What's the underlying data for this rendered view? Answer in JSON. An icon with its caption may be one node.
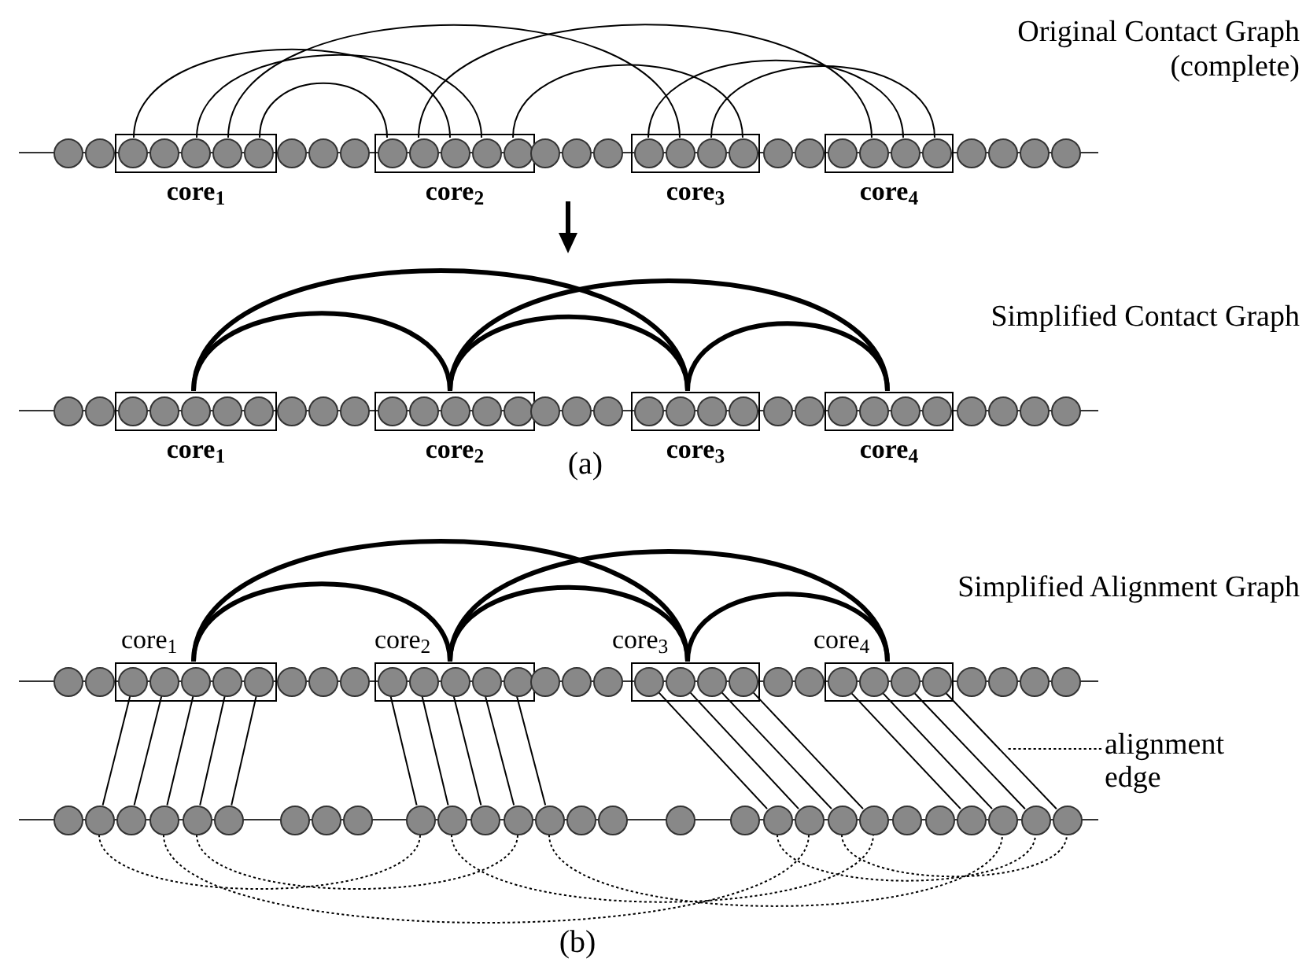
{
  "diagram": {
    "nodes": [
      {
        "text": [],
        "shape": "circle"
      },
      {
        "text": [],
        "shape": "circle"
      },
      {
        "text": [
          "core$_{1}$"
        ]
      },
      {
        "text": [],
        "shape": "circle",
        "in": 2
      },
      {
        "text": [],
        "shape": "circle",
        "in": 2
      },
      {
        "text": [],
        "shape": "circle",
        "in": 2
      },
      {
        "text": [],
        "shape": "circle",
        "in": 2
      },
      {
        "text": [],
        "shape": "circle",
        "in": 2
      },
      {
        "text": [],
        "shape": "circle"
      },
      {
        "text": [],
        "shape": "circle"
      },
      {
        "text": [],
        "shape": "circle"
      },
      {
        "text": [
          "core$_{2}$"
        ]
      },
      {
        "text": [],
        "shape": "circle",
        "in": 11
      },
      {
        "text": [],
        "shape": "circle",
        "in": 11
      },
      {
        "text": [],
        "shape": "circle",
        "in": 11
      },
      {
        "text": [],
        "shape": "circle",
        "in": 11
      },
      {
        "text": [],
        "shape": "circle",
        "in": 11
      },
      {
        "text": [],
        "shape": "circle"
      },
      {
        "text": [],
        "shape": "circle"
      },
      {
        "text": [],
        "shape": "circle"
      },
      {
        "text": [
          "core$_{3}$"
        ]
      },
      {
        "text": [],
        "shape": "circle",
        "in": 20
      },
      {
        "text": [],
        "shape": "circle",
        "in": 20
      },
      {
        "text": [],
        "shape": "circle",
        "in": 20
      },
      {
        "text": [],
        "shape": "circle",
        "in": 20
      },
      {
        "text": [],
        "shape": "circle"
      },
      {
        "text": [],
        "shape": "circle"
      },
      {
        "text": [
          "core$_{4}$"
        ]
      },
      {
        "text": [],
        "shape": "circle",
        "in": 27
      },
      {
        "text": [],
        "shape": "circle",
        "in": 27
      },
      {
        "text": [],
        "shape": "circle",
        "in": 27
      },
      {
        "text": [],
        "shape": "circle",
        "in": 27
      },
      {
        "text": [],
        "shape": "circle"
      },
      {
        "text": [],
        "shape": "circle"
      },
      {
        "text": [],
        "shape": "circle"
      },
      {
        "text": [],
        "shape": "circle"
      },
      {
        "text": [],
        "shape": "circle"
      },
      {
        "text": [],
        "shape": "circle"
      },
      {
        "text": [
          "core$_{1}$"
        ]
      },
      {
        "text": [],
        "shape": "circle",
        "in": 38
      },
      {
        "text": [],
        "shape": "circle",
        "in": 38
      },
      {
        "text": [],
        "shape": "circle",
        "in": 38
      },
      {
        "text": [],
        "shape": "circle",
        "in": 38
      },
      {
        "text": [],
        "shape": "circle",
        "in": 38
      },
      {
        "text": [],
        "shape": "circle"
      },
      {
        "text": [],
        "shape": "circle"
      },
      {
        "text": [],
        "shape": "circle"
      },
      {
        "text": [
          "core$_{2}$"
        ]
      },
      {
        "text": [],
        "shape": "circle",
        "in": 47
      },
      {
        "text": [],
        "shape": "circle",
        "in": 47
      },
      {
        "text": [],
        "shape": "circle",
        "in": 47
      },
      {
        "text": [],
        "shape": "circle",
        "in": 47
      },
      {
        "text": [],
        "shape": "circle",
        "in": 47
      },
      {
        "text": [],
        "shape": "circle"
      },
      {
        "text": [],
        "shape": "circle"
      },
      {
        "text": [],
        "shape": "circle"
      },
      {
        "text": [
          "core$_{3}$"
        ]
      },
      {
        "text": [],
        "shape": "circle",
        "in": 56
      },
      {
        "text": [],
        "shape": "circle",
        "in": 56
      },
      {
        "text": [],
        "shape": "circle",
        "in": 56
      },
      {
        "text": [],
        "shape": "circle",
        "in": 56
      },
      {
        "text": [],
        "shape": "circle"
      },
      {
        "text": [],
        "shape": "circle"
      },
      {
        "text": [
          "core$_{4}$"
        ]
      },
      {
        "text": [],
        "shape": "circle",
        "in": 63
      },
      {
        "text": [],
        "shape": "circle",
        "in": 63
      },
      {
        "text": [],
        "shape": "circle",
        "in": 63
      },
      {
        "text": [],
        "shape": "circle",
        "in": 63
      },
      {
        "text": [],
        "shape": "circle"
      },
      {
        "text": [],
        "shape": "circle"
      },
      {
        "text": [],
        "shape": "circle"
      },
      {
        "text": [],
        "shape": "circle"
      },
      {
        "text": [],
        "shape": "circle"
      },
      {
        "text": [],
        "shape": "circle"
      },
      {
        "text": [
          "core$_{1}$"
        ]
      },
      {
        "text": [],
        "shape": "circle",
        "in": 74
      },
      {
        "text": [],
        "shape": "circle",
        "in": 74
      },
      {
        "text": [],
        "shape": "circle",
        "in": 74
      },
      {
        "text": [],
        "shape": "circle",
        "in": 74
      },
      {
        "text": [],
        "shape": "circle",
        "in": 74
      },
      {
        "text": [],
        "shape": "circle"
      },
      {
        "text": [],
        "shape": "circle"
      },
      {
        "text": [],
        "shape": "circle"
      },
      {
        "text": [
          "core$_{2}$"
        ]
      },
      {
        "text": [],
        "shape": "circle",
        "in": 83
      },
      {
        "text": [],
        "shape": "circle",
        "in": 83
      },
      {
        "text": [],
        "shape": "circle",
        "in": 83
      },
      {
        "text": [],
        "shape": "circle",
        "in": 83
      },
      {
        "text": [],
        "shape": "circle",
        "in": 83
      },
      {
        "text": [],
        "shape": "circle"
      },
      {
        "text": [],
        "shape": "circle"
      },
      {
        "text": [],
        "shape": "circle"
      },
      {
        "text": [
          "core$_{3}$"
        ]
      },
      {
        "text": [],
        "shape": "circle",
        "in": 92
      },
      {
        "text": [],
        "shape": "circle",
        "in": 92
      },
      {
        "text": [],
        "shape": "circle",
        "in": 92
      },
      {
        "text": [],
        "shape": "circle",
        "in": 92
      },
      {
        "text": [],
        "shape": "circle"
      },
      {
        "text": [],
        "shape": "circle"
      },
      {
        "text": [
          "core$_{4}$"
        ]
      },
      {
        "text": [],
        "shape": "circle",
        "in": 99
      },
      {
        "text": [],
        "shape": "circle",
        "in": 99
      },
      {
        "text": [],
        "shape": "circle",
        "in": 99
      },
      {
        "text": [],
        "shape": "circle",
        "in": 99
      },
      {
        "text": [],
        "shape": "circle"
      },
      {
        "text": [],
        "shape": "circle"
      },
      {
        "text": [],
        "shape": "circle"
      },
      {
        "text": [],
        "shape": "circle"
      },
      {
        "text": [],
        "shape": "circle"
      },
      {
        "text": [],
        "shape": "circle"
      },
      {
        "text": [],
        "shape": "circle"
      },
      {
        "text": [],
        "shape": "circle"
      },
      {
        "text": [],
        "shape": "circle"
      },
      {
        "text": [],
        "shape": "circle"
      },
      {
        "text": [],
        "shape": "circle"
      },
      {
        "text": [],
        "shape": "circle"
      },
      {
        "text": [],
        "shape": "circle"
      },
      {
        "text": [],
        "shape": "circle"
      },
      {
        "text": [],
        "shape": "circle"
      },
      {
        "text": [],
        "shape": "circle"
      },
      {
        "text": [],
        "shape": "circle"
      },
      {
        "text": [],
        "shape": "circle"
      },
      {
        "text": [],
        "shape": "circle"
      },
      {
        "text": [],
        "shape": "circle"
      },
      {
        "text": [],
        "shape": "circle"
      },
      {
        "text": [],
        "shape": "circle"
      },
      {
        "text": [],
        "shape": "circle"
      },
      {
        "text": [],
        "shape": "circle"
      },
      {
        "text": [],
        "shape": "circle"
      },
      {
        "text": [],
        "shape": "circle"
      },
      {
        "text": [],
        "shape": "circle"
      },
      {
        "text": [],
        "shape": "circle"
      },
      {
        "text": [],
        "shape": "circle"
      },
      {
        "text": [],
        "shape": "circle"
      },
      {
        "text": [],
        "shape": "circle"
      },
      {
        "text": [],
        "shape": "circle"
      },
      {
        "text": [
          "alignment edge"
        ]
      }
    ],
    "edges": [
      {
        "from": 3,
        "to": 14,
        "arrow": "none"
      },
      {
        "from": 5,
        "to": 15,
        "arrow": "none"
      },
      {
        "from": 6,
        "to": 22,
        "arrow": "none"
      },
      {
        "from": 7,
        "to": 12,
        "arrow": "none"
      },
      {
        "from": 13,
        "to": 29,
        "arrow": "none"
      },
      {
        "from": 16,
        "to": 24,
        "arrow": "none"
      },
      {
        "from": 21,
        "to": 30,
        "arrow": "none"
      },
      {
        "from": 23,
        "to": 31,
        "arrow": "none"
      },
      {
        "from": 38,
        "to": 47,
        "arrow": "none",
        "style": "thick"
      },
      {
        "from": 38,
        "to": 56,
        "arrow": "none",
        "style": "thick"
      },
      {
        "from": 47,
        "to": 56,
        "arrow": "none",
        "style": "thick"
      },
      {
        "from": 47,
        "to": 63,
        "arrow": "none",
        "style": "thick"
      },
      {
        "from": 56,
        "to": 63,
        "arrow": "none",
        "style": "thick"
      },
      {
        "from": 74,
        "to": 83,
        "arrow": "none",
        "style": "thick"
      },
      {
        "from": 74,
        "to": 92,
        "arrow": "none",
        "style": "thick"
      },
      {
        "from": 83,
        "to": 92,
        "arrow": "none",
        "style": "thick"
      },
      {
        "from": 83,
        "to": 99,
        "arrow": "none",
        "style": "thick"
      },
      {
        "from": 92,
        "to": 99,
        "arrow": "none",
        "style": "thick"
      },
      {
        "from": 75,
        "to": 109,
        "arrow": "none"
      },
      {
        "from": 76,
        "to": 110,
        "arrow": "none"
      },
      {
        "from": 77,
        "to": 111,
        "arrow": "none"
      },
      {
        "from": 78,
        "to": 112,
        "arrow": "none"
      },
      {
        "from": 79,
        "to": 113,
        "arrow": "none"
      },
      {
        "from": 84,
        "to": 117,
        "arrow": "none"
      },
      {
        "from": 85,
        "to": 118,
        "arrow": "none"
      },
      {
        "from": 86,
        "to": 119,
        "arrow": "none"
      },
      {
        "from": 87,
        "to": 120,
        "arrow": "none"
      },
      {
        "from": 88,
        "to": 121,
        "arrow": "none"
      },
      {
        "from": 93,
        "to": 126,
        "arrow": "none"
      },
      {
        "from": 94,
        "to": 127,
        "arrow": "none"
      },
      {
        "from": 95,
        "to": 128,
        "arrow": "none"
      },
      {
        "from": 96,
        "to": 129,
        "arrow": "none"
      },
      {
        "from": 100,
        "to": 132,
        "arrow": "none"
      },
      {
        "from": 101,
        "to": 133,
        "arrow": "none"
      },
      {
        "from": 102,
        "to": 134,
        "arrow": "none"
      },
      {
        "from": 103,
        "to": 135,
        "arrow": "none"
      },
      {
        "from": 109,
        "to": 117,
        "arrow": "none",
        "style": "dashed"
      },
      {
        "from": 111,
        "to": 127,
        "arrow": "none",
        "style": "dashed"
      },
      {
        "from": 112,
        "to": 120,
        "arrow": "none",
        "style": "dashed"
      },
      {
        "from": 118,
        "to": 129,
        "arrow": "none",
        "style": "dashed"
      },
      {
        "from": 121,
        "to": 133,
        "arrow": "none",
        "style": "dashed"
      },
      {
        "from": 126,
        "to": 134,
        "arrow": "none",
        "style": "dashed"
      },
      {
        "from": 128,
        "to": 135,
        "arrow": "none",
        "style": "dashed"
      },
      {
        "from": 136,
        "to": null,
        "arrow": "none",
        "style": "dashed"
      }
    ],
    "labels": [
      "Original Contact Graph (complete)",
      "Simplified Contact Graph",
      "(a)",
      "Simplified Alignment Graph",
      "(b)"
    ]
  }
}
